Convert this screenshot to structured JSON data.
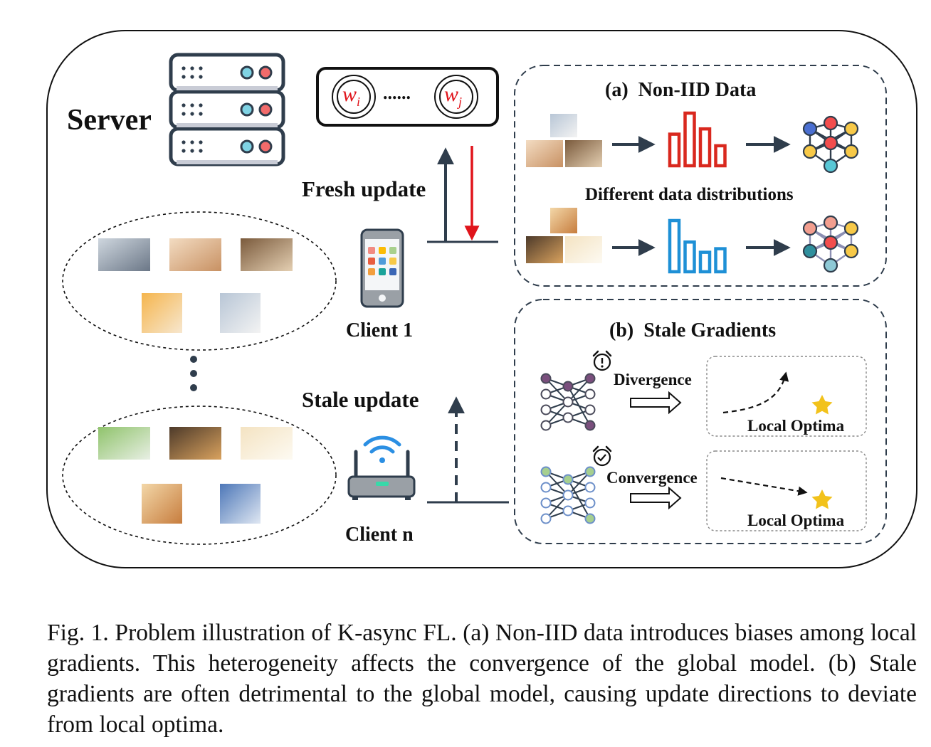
{
  "labels": {
    "server": "Server",
    "fresh_update": "Fresh update",
    "stale_update": "Stale update",
    "client_1": "Client 1",
    "client_n": "Client n",
    "weight_i_base": "w",
    "weight_i_sub": "i",
    "weight_j_base": "w",
    "weight_j_sub": "j",
    "weight_dots": "......"
  },
  "panel_a": {
    "title": "(a)  Non-IID Data",
    "middle_text": "Different data distributions",
    "hist_cat_color": "#d9281e",
    "hist_dog_color": "#1e90d6",
    "cat_histogram": [
      0.6,
      1.0,
      0.7,
      0.38
    ],
    "dog_histogram": [
      1.0,
      0.58,
      0.38,
      0.45
    ]
  },
  "panel_b": {
    "title": "(b)  Stale Gradients",
    "divergence": "Divergence",
    "convergence": "Convergence",
    "local_optima_1": "Local Optima",
    "local_optima_2": "Local Optima"
  },
  "caption": "Fig. 1.  Problem illustration of K-async FL. (a) Non-IID data introduces biases among local gradients. This heterogeneity affects the convergence of the global model. (b) Stale gradients are often detrimental to the global model, causing update directions to deviate from local optima.",
  "colors": {
    "dark": "#2f3d4c",
    "red_arrow": "#e0141b",
    "star": "#f2c21b",
    "divergence_nodes": "#7a4f7d",
    "convergence_nodes": "#a6cf8f"
  }
}
